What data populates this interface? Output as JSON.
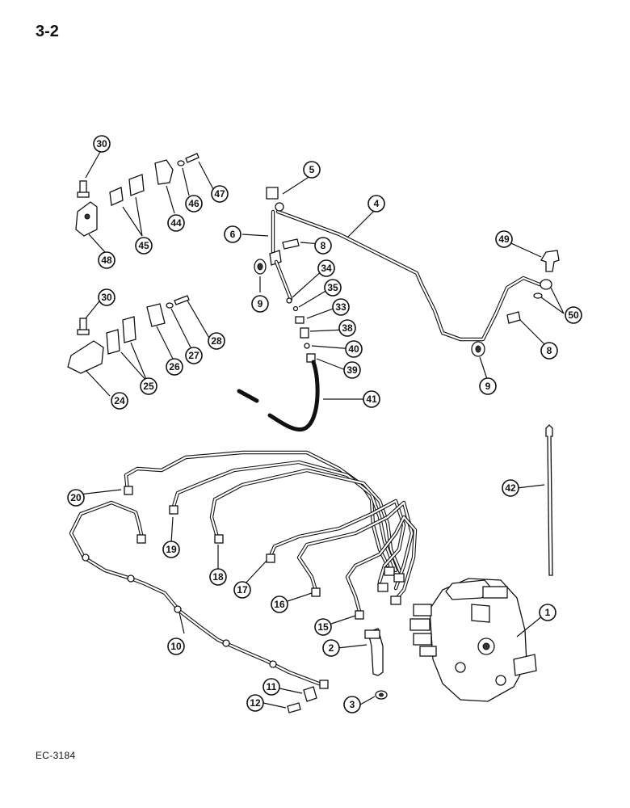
{
  "page": {
    "number": "3-2",
    "code": "EC-3184"
  },
  "callouts": [
    {
      "label": "30"
    },
    {
      "label": "47"
    },
    {
      "label": "46"
    },
    {
      "label": "44"
    },
    {
      "label": "45"
    },
    {
      "label": "48"
    },
    {
      "label": "5"
    },
    {
      "label": "4"
    },
    {
      "label": "6"
    },
    {
      "label": "8"
    },
    {
      "label": "9"
    },
    {
      "label": "34"
    },
    {
      "label": "35"
    },
    {
      "label": "33"
    },
    {
      "label": "38"
    },
    {
      "label": "40"
    },
    {
      "label": "39"
    },
    {
      "label": "41"
    },
    {
      "label": "49"
    },
    {
      "label": "50"
    },
    {
      "label": "8"
    },
    {
      "label": "9"
    },
    {
      "label": "30"
    },
    {
      "label": "28"
    },
    {
      "label": "27"
    },
    {
      "label": "26"
    },
    {
      "label": "25"
    },
    {
      "label": "24"
    },
    {
      "label": "20"
    },
    {
      "label": "19"
    },
    {
      "label": "18"
    },
    {
      "label": "17"
    },
    {
      "label": "16"
    },
    {
      "label": "15"
    },
    {
      "label": "42"
    },
    {
      "label": "1"
    },
    {
      "label": "2"
    },
    {
      "label": "3"
    },
    {
      "label": "10"
    },
    {
      "label": "11"
    },
    {
      "label": "12"
    }
  ]
}
